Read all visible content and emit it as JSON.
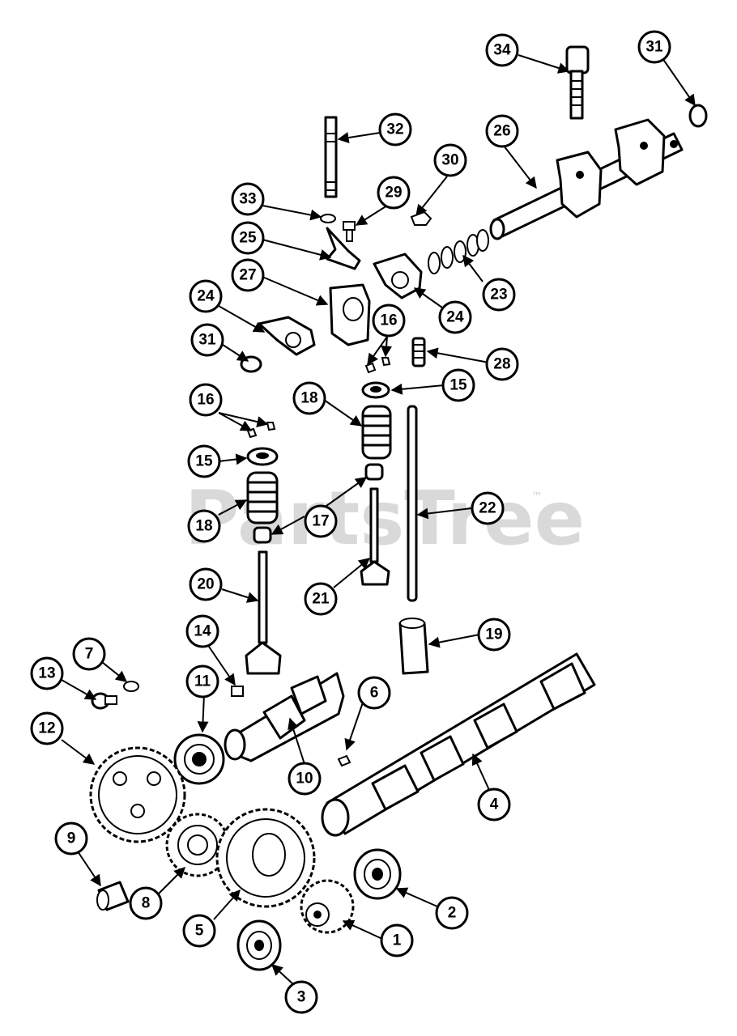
{
  "watermark": {
    "text": "PartsTree",
    "trademark": "™"
  },
  "callouts": [
    "1",
    "2",
    "3",
    "4",
    "5",
    "6",
    "7",
    "8",
    "9",
    "10",
    "11",
    "12",
    "13",
    "14",
    "15",
    "16",
    "17",
    "18",
    "19",
    "20",
    "21",
    "22",
    "23",
    "24",
    "25",
    "26",
    "27",
    "28",
    "29",
    "30",
    "31",
    "32",
    "33",
    "34"
  ]
}
